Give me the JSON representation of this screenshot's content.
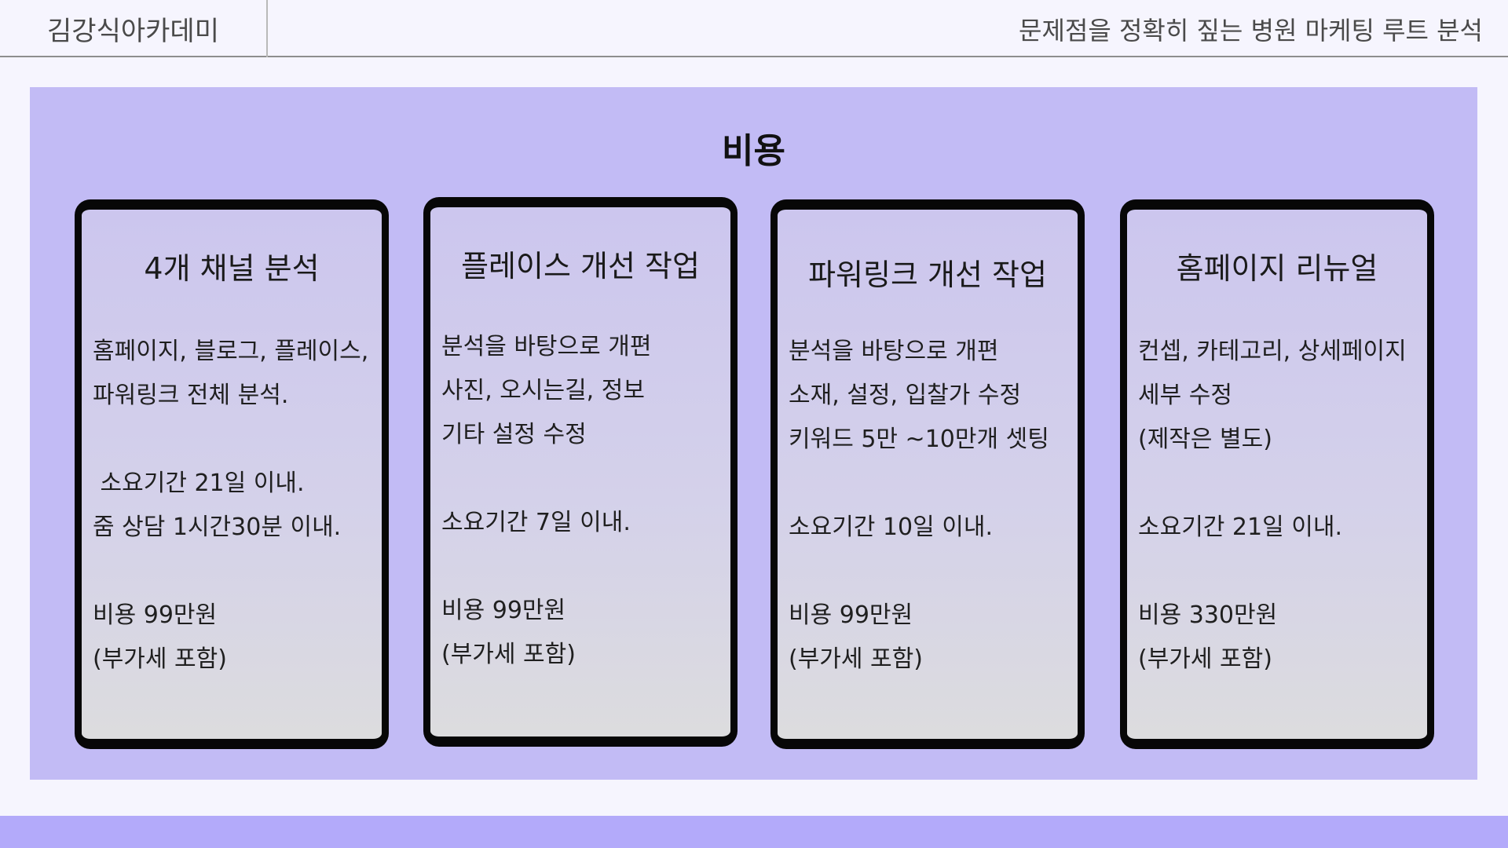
{
  "header": {
    "brand": "김강식아카데미",
    "subtitle": "문제점을 정확히 짚는 병원 마케팅 루트 분석"
  },
  "section": {
    "title": "비용"
  },
  "cards": [
    {
      "title": "4개 채널 분석",
      "lines": [
        "홈페이지, 블로그, 플레이스,",
        "파워링크 전체 분석.",
        "",
        " 소요기간 21일 이내.",
        "줌 상담 1시간30분 이내.",
        "",
        "비용 99만원",
        "(부가세 포함)"
      ]
    },
    {
      "title": "플레이스 개선 작업",
      "lines": [
        "분석을 바탕으로 개편",
        "사진, 오시는길, 정보",
        "기타 설정 수정",
        "",
        "소요기간 7일 이내.",
        "",
        "비용 99만원",
        "(부가세 포함)"
      ]
    },
    {
      "title": "파워링크 개선 작업",
      "lines": [
        "분석을 바탕으로 개편",
        "소재, 설정, 입찰가 수정",
        "키워드 5만 ~10만개 셋팅",
        "",
        "소요기간 10일 이내.",
        "",
        "비용 99만원",
        "(부가세 포함)"
      ]
    },
    {
      "title": "홈페이지 리뉴얼",
      "lines": [
        "컨셉, 카테고리, 상세페이지",
        "세부 수정",
        "(제작은 별도)",
        "",
        "소요기간 21일 이내.",
        "",
        "비용 330만원",
        "(부가세 포함)"
      ]
    }
  ]
}
